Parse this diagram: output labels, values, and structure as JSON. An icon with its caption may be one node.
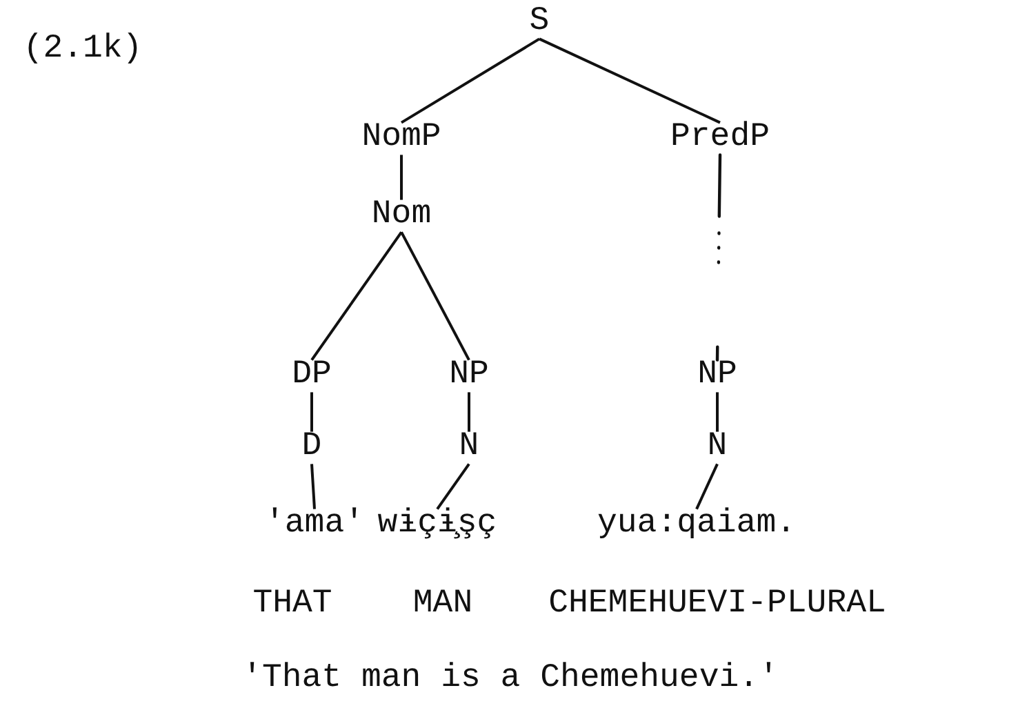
{
  "diagram": {
    "caption": "'That man is a Chemehuevi.'",
    "nodes": [
      {
        "text": [
          "S"
        ]
      },
      {
        "text": [
          "NomP"
        ]
      },
      {
        "text": [
          "PredP"
        ]
      },
      {
        "text": [
          "Nom"
        ]
      },
      {
        "text": [
          "DP"
        ]
      },
      {
        "text": [
          "NP"
        ]
      },
      {
        "text": [
          "NP"
        ]
      },
      {
        "text": [
          "D"
        ]
      },
      {
        "text": [
          "N"
        ]
      },
      {
        "text": [
          "N"
        ]
      },
      {
        "text": [
          "'ama'"
        ]
      },
      {
        "text": [
          "wɨçɨ̧şç"
        ]
      },
      {
        "text": [
          "yua:qaiam."
        ]
      }
    ],
    "edges": [
      {
        "from": 0,
        "to": 1,
        "arrow": "none"
      },
      {
        "from": 0,
        "to": 2,
        "arrow": "none"
      },
      {
        "from": 1,
        "to": 3,
        "arrow": "none"
      },
      {
        "from": 3,
        "to": 4,
        "arrow": "none"
      },
      {
        "from": 3,
        "to": 5,
        "arrow": "none"
      },
      {
        "from": 2,
        "to": 6,
        "arrow": "none",
        "style": "dashed"
      },
      {
        "from": 4,
        "to": 7,
        "arrow": "none"
      },
      {
        "from": 5,
        "to": 8,
        "arrow": "none"
      },
      {
        "from": 6,
        "to": 9,
        "arrow": "none"
      },
      {
        "from": 7,
        "to": 10,
        "arrow": "none"
      },
      {
        "from": 8,
        "to": 11,
        "arrow": "none"
      },
      {
        "from": 9,
        "to": 12,
        "arrow": "none"
      }
    ],
    "labels": [
      "(2.1k)",
      "THAT",
      "MAN",
      "CHEMEHUEVI-PLURAL"
    ]
  }
}
